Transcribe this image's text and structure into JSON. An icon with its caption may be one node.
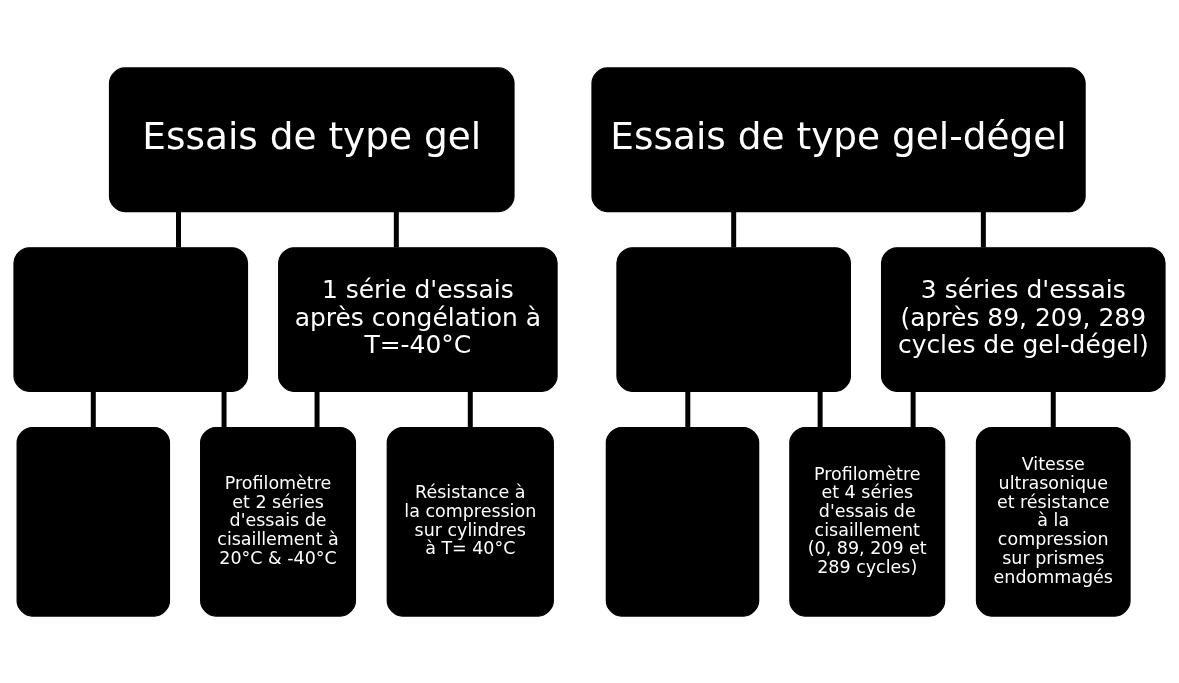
{
  "diagram": {
    "nodes": [
      {
        "text": [
          "Essais de type gel"
        ]
      },
      {
        "text": [
          "Essais de type gel-dégel"
        ]
      },
      {
        "text": [],
        "shape": "box"
      },
      {
        "text": [
          "1 série d'essais après congélation à T=-40°C"
        ]
      },
      {
        "text": [],
        "shape": "box"
      },
      {
        "text": [
          "3 séries d'essais (après 89, 209, 289 cycles de gel-dégel)"
        ]
      },
      {
        "text": [],
        "shape": "box"
      },
      {
        "text": [
          "Profilomètre et 2 séries d'essais de cisaillement à 20°C & -40°C"
        ]
      },
      {
        "text": [
          "Résistance à la compression sur cylindres à T= 40°C"
        ]
      },
      {
        "text": [],
        "shape": "box"
      },
      {
        "text": [
          "Profilomètre et 4 séries d'essais de cisaillement (0, 89, 209 et 289 cycles)"
        ]
      },
      {
        "text": [
          "Vitesse ultrasonique et résistance à la compression sur prismes endommagés"
        ]
      }
    ],
    "edges": [
      {
        "from": 0,
        "to": 2,
        "arrow": "none"
      },
      {
        "from": 0,
        "to": 3,
        "arrow": "none"
      },
      {
        "from": 1,
        "to": 4,
        "arrow": "none"
      },
      {
        "from": 1,
        "to": 5,
        "arrow": "none"
      },
      {
        "from": 2,
        "to": 6,
        "arrow": "none"
      },
      {
        "from": 2,
        "to": 7,
        "arrow": "none"
      },
      {
        "from": 3,
        "to": 7,
        "arrow": "none"
      },
      {
        "from": 3,
        "to": 8,
        "arrow": "none"
      },
      {
        "from": 4,
        "to": 9,
        "arrow": "none"
      },
      {
        "from": 4,
        "to": 10,
        "arrow": "none"
      },
      {
        "from": 5,
        "to": 10,
        "arrow": "none"
      },
      {
        "from": 5,
        "to": 11,
        "arrow": "none"
      }
    ]
  }
}
